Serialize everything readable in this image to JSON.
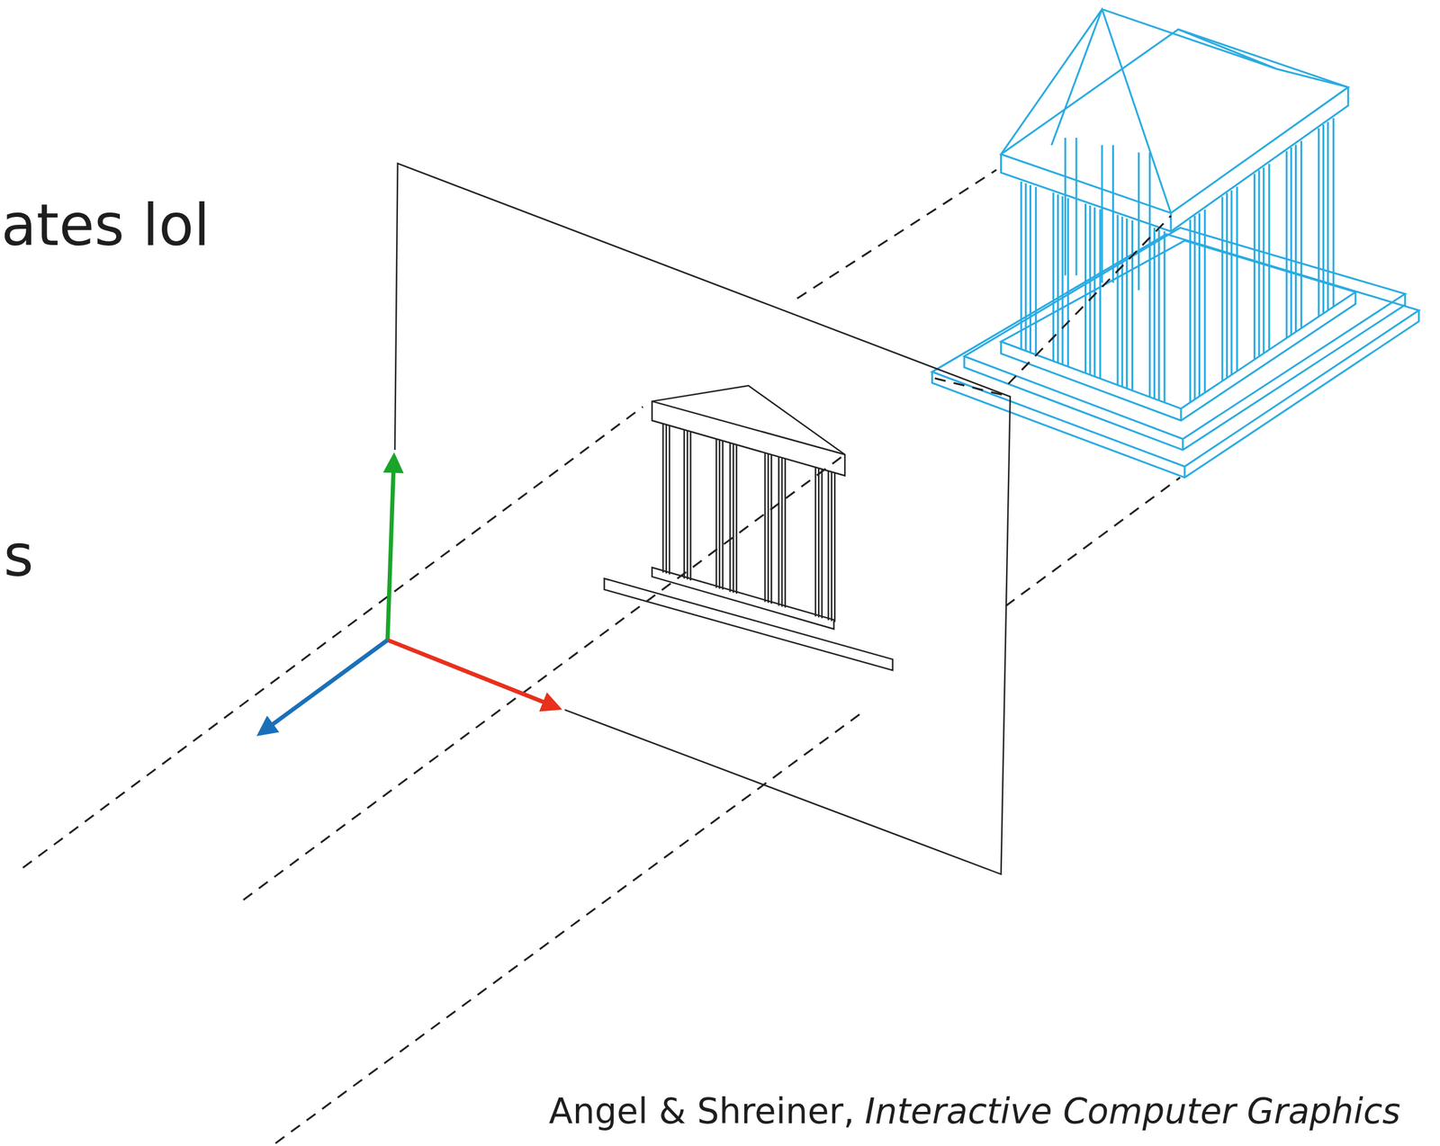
{
  "diagram": {
    "labels": [
      "ates lol",
      "s",
      "Angel & Shreiner,",
      "Interactive Computer Graphics"
    ]
  }
}
